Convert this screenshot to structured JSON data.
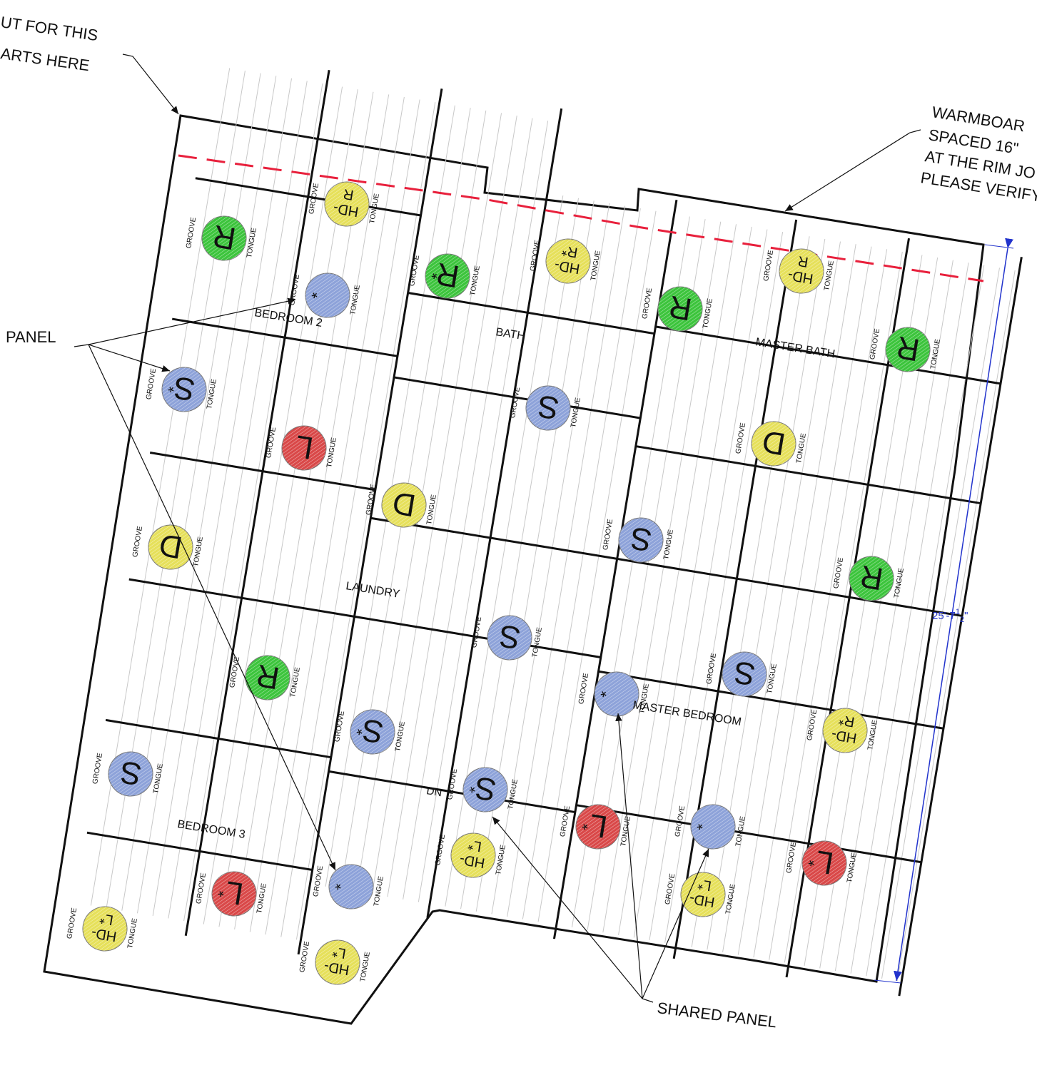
{
  "callouts": {
    "top_left": [
      "UT FOR THIS",
      "ARTS HERE"
    ],
    "top_right": [
      "WARMBOAR",
      "SPACED  16\"",
      "AT THE RIM JO",
      "PLEASE VERIFY"
    ],
    "panel": "PANEL",
    "shared_panel": "SHARED PANEL"
  },
  "dimension": {
    "whole": "25'-7",
    "num": "1",
    "den": "2",
    "inch": "\""
  },
  "rooms": {
    "bedroom2": "BEDROOM 2",
    "bath": "BATH",
    "master_bath": "MASTER BATH",
    "laundry": "LAUNDRY",
    "master_bedroom": "MASTER BEDROOM",
    "bedroom3": "BEDROOM 3",
    "dn": "DN"
  },
  "side_labels": {
    "tongue": "TONGUE",
    "groove": "GROOVE"
  },
  "legend_colors": {
    "R": "#3cc43c",
    "S": "#8da2d9",
    "L": "#d94848",
    "D": "#e6e05a",
    "HD": "#e6e05a"
  },
  "panels": [
    {
      "code": "R",
      "sub": ""
    },
    {
      "code": "HD-",
      "sub": "R"
    },
    {
      "code": "R",
      "sub": "*"
    },
    {
      "code": "HD-",
      "sub": "R*"
    },
    {
      "code": "",
      "sub": "*"
    },
    {
      "code": "S",
      "sub": "*"
    },
    {
      "code": "L",
      "sub": ""
    },
    {
      "code": "S",
      "sub": ""
    },
    {
      "code": "R",
      "sub": ""
    },
    {
      "code": "HD-",
      "sub": "R"
    },
    {
      "code": "R",
      "sub": ""
    },
    {
      "code": "D",
      "sub": ""
    },
    {
      "code": "D",
      "sub": ""
    },
    {
      "code": "D",
      "sub": ""
    },
    {
      "code": "S",
      "sub": ""
    },
    {
      "code": "R",
      "sub": ""
    },
    {
      "code": "S",
      "sub": ""
    },
    {
      "code": "R",
      "sub": ""
    },
    {
      "code": "S",
      "sub": ""
    },
    {
      "code": "",
      "sub": "*"
    },
    {
      "code": "S",
      "sub": ""
    },
    {
      "code": "S",
      "sub": "*"
    },
    {
      "code": "HD-",
      "sub": "R*"
    },
    {
      "code": "S",
      "sub": "*"
    },
    {
      "code": "L",
      "sub": "*"
    },
    {
      "code": "",
      "sub": "*"
    },
    {
      "code": "L",
      "sub": "*"
    },
    {
      "code": "HD-",
      "sub": "L*"
    },
    {
      "code": "HD-",
      "sub": "L*"
    },
    {
      "code": "L",
      "sub": "*"
    },
    {
      "code": "",
      "sub": "*"
    },
    {
      "code": "HD-",
      "sub": "L*"
    },
    {
      "code": "HD-",
      "sub": "L*"
    }
  ]
}
